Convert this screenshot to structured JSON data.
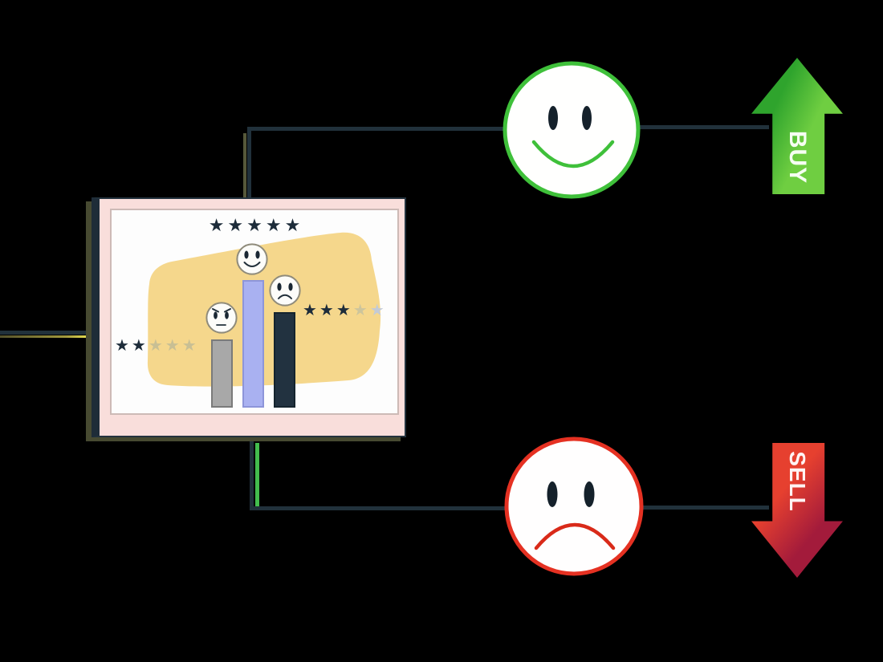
{
  "diagram": {
    "background_color": "#000000",
    "connector_color": "#21313b",
    "accent_colors": {
      "olive": "#56583a",
      "green": "#43bd4d",
      "yellow": "#e8e052"
    }
  },
  "monitor": {
    "frame_color": "#f9dedb",
    "screen_color": "#fdfdfd",
    "highlight_blob_color": "#f5d78c",
    "ratings": {
      "top": {
        "filled_stars": "★★★★★",
        "empty_stars": ""
      },
      "right": {
        "filled_stars": "★★★",
        "empty_on_yellow": "★",
        "empty_on_white": "★"
      },
      "left": {
        "filled_stars": "★★",
        "empty_stars": "★★★"
      }
    },
    "bars": [
      {
        "sentiment": "neutral",
        "face": "annoyed",
        "color": "#a8a8a8",
        "relative_height": 85
      },
      {
        "sentiment": "positive",
        "face": "happy",
        "color": "#a9b1f1",
        "relative_height": 159
      },
      {
        "sentiment": "negative",
        "face": "sad",
        "color": "#223240",
        "relative_height": 119
      }
    ]
  },
  "positive_branch": {
    "face": "happy",
    "face_ring_color": "#3fc03a",
    "arrow_label": "BUY",
    "arrow_color_dark": "#2fa42d",
    "arrow_color_light": "#6fce41"
  },
  "negative_branch": {
    "face": "sad",
    "face_ring_color": "#e53122",
    "arrow_label": "SELL",
    "arrow_color_bright": "#e6402f",
    "arrow_color_dark": "#a31b3b"
  }
}
